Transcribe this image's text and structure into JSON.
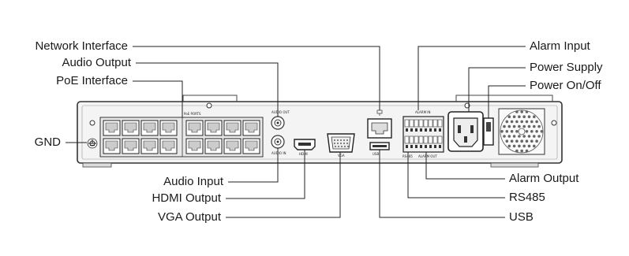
{
  "labels": {
    "network_interface": "Network Interface",
    "audio_output": "Audio Output",
    "poe_interface": "PoE Interface",
    "gnd": "GND",
    "audio_input": "Audio Input",
    "hdmi_output": "HDMI Output",
    "vga_output": "VGA Output",
    "alarm_input": "Alarm Input",
    "power_supply": "Power Supply",
    "power_on_off": "Power On/Off",
    "alarm_output": "Alarm Output",
    "rs485": "RS485",
    "usb": "USB"
  },
  "panel_print": {
    "poe_ports": "PoE PORTS",
    "audio_out": "AUDIO OUT",
    "audio_in": "AUDIO IN",
    "hdmi": "HDMI",
    "vga": "VGA",
    "usb": "USB",
    "alarm_in": "ALARM IN",
    "rs485": "RS485",
    "alarm_out": "ALARM OUT"
  }
}
